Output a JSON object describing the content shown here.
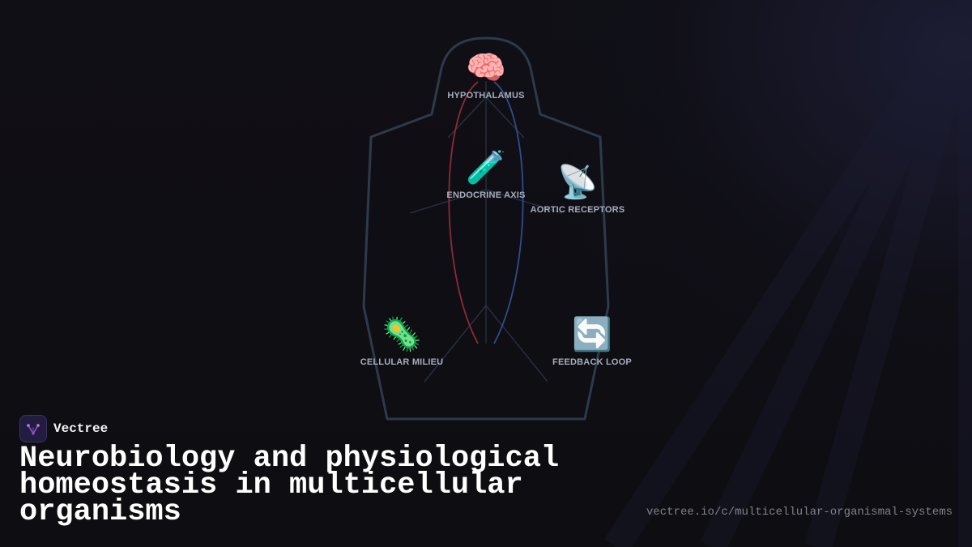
{
  "brand": {
    "name": "Vectree",
    "logo_icon": "vectree-logo-icon"
  },
  "title": "Neurobiology and physiological homeostasis in multicellular organisms",
  "url": "vectree.io/c/multicellular-organismal-systems",
  "colors": {
    "background": "#0f0e13",
    "body_outline": "#2c3a4c",
    "nerve_line": "#273142",
    "artery_red": "#8a2c36",
    "vein_blue": "#2f4d8c",
    "label": "#a7adbd",
    "title": "#ffffff",
    "url": "#7f818a",
    "brand_accent": "#9b4fd6"
  },
  "nodes": {
    "hypothalamus": {
      "label": "HYPOTHALAMUS",
      "icon": "🧠",
      "icon_name": "brain-icon"
    },
    "endocrine": {
      "label": "ENDOCRINE AXIS",
      "icon": "🧪",
      "icon_name": "test-tube-icon"
    },
    "aortic": {
      "label": "AORTIC RECEPTORS",
      "icon": "📡",
      "icon_name": "satellite-dish-icon"
    },
    "cellular": {
      "label": "CELLULAR MILIEU",
      "icon": "🦠",
      "icon_name": "microbe-icon"
    },
    "feedback": {
      "label": "FEEDBACK LOOP",
      "icon": "🔄",
      "icon_name": "cycle-arrows-icon"
    }
  }
}
